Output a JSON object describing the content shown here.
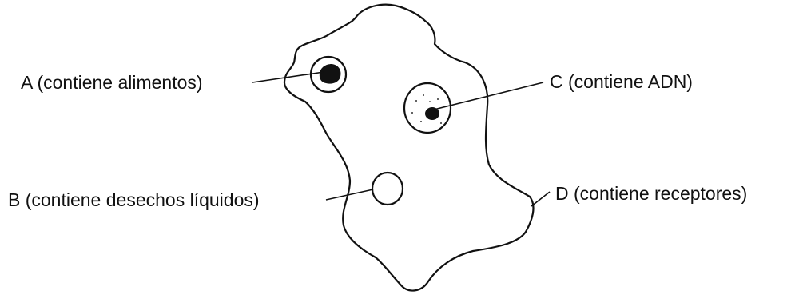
{
  "labels": {
    "a": "A (contiene alimentos)",
    "b": "B (contiene desechos líquidos)",
    "c": "C (contiene ADN)",
    "d": "D (contiene receptores)"
  }
}
